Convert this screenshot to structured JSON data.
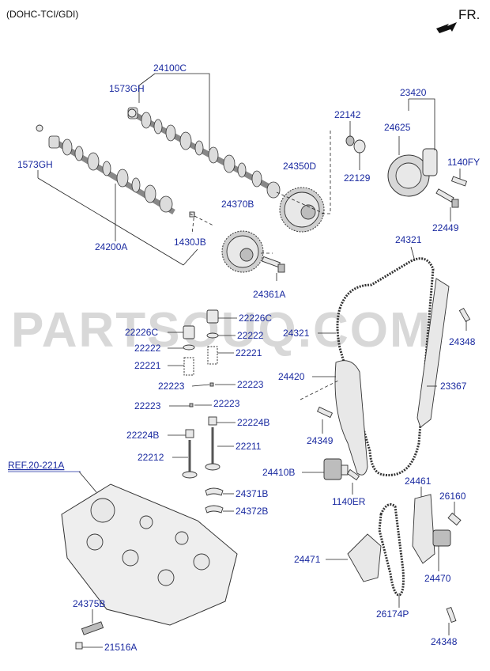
{
  "header": {
    "engine": "(DOHC-TCI/GDI)",
    "direction": "FR."
  },
  "ref_label": "REF.20-221A",
  "watermark": "PARTSOUQ.COM",
  "labels": {
    "p24100C": "24100C",
    "p1573GH_top": "1573GH",
    "p1573GH_left": "1573GH",
    "p24200A": "24200A",
    "p1430JB": "1430JB",
    "p24370B": "24370B",
    "p24350D": "24350D",
    "p24361A": "24361A",
    "p22142": "22142",
    "p22129": "22129",
    "p23420": "23420",
    "p24625": "24625",
    "p1140FY": "1140FY",
    "p22449": "22449",
    "p24321_top": "24321",
    "p24321_mid": "24321",
    "p24348_top": "24348",
    "p23367": "23367",
    "p24420": "24420",
    "p24349": "24349",
    "p24410B": "24410B",
    "p1140ER": "1140ER",
    "p22226C_r": "22226C",
    "p22226C_l": "22226C",
    "p22222_r": "22222",
    "p22222_l": "22222",
    "p22221_r": "22221",
    "p22221_l": "22221",
    "p22223_a": "22223",
    "p22223_b": "22223",
    "p22223_c": "22223",
    "p22223_d": "22223",
    "p22224B_r": "22224B",
    "p22224B_l": "22224B",
    "p22212": "22212",
    "p22211": "22211",
    "p24371B": "24371B",
    "p24372B": "24372B",
    "p24461": "24461",
    "p26160": "26160",
    "p24471": "24471",
    "p24470": "24470",
    "p26174P": "26174P",
    "p24348_bot": "24348",
    "p24375B": "24375B",
    "p21516A": "21516A"
  }
}
